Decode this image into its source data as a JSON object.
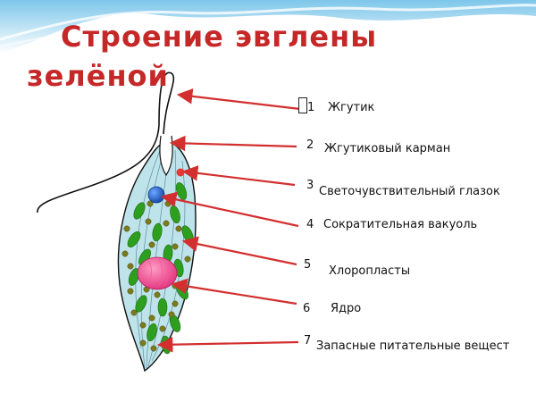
{
  "title": {
    "line1": "Строение  эвглены",
    "line2": "зелёной"
  },
  "labels": [
    {
      "num": "1",
      "text": "Жгутик"
    },
    {
      "num": "2",
      "text": "Жгутиковый карман"
    },
    {
      "num": "3",
      "text": "Светочувствительный глазок"
    },
    {
      "num": "4",
      "text": "Сократительная вакуоль"
    },
    {
      "num": "5",
      "text": "Хлоропласты"
    },
    {
      "num": "6",
      "text": "Ядро"
    },
    {
      "num": "7",
      "text": "Запасные питательные вещест"
    }
  ],
  "colors": {
    "title": "#c62828",
    "arrow": "#d32f2f",
    "wave": "#7cc4e8",
    "body_fill": "#bfe3ea",
    "chloroplast": "#2e9e1f",
    "granule": "#7a7a1e",
    "eyespot": "#e53935",
    "vacuole": "#1e5fbf",
    "nucleus": "#e94b8a"
  }
}
